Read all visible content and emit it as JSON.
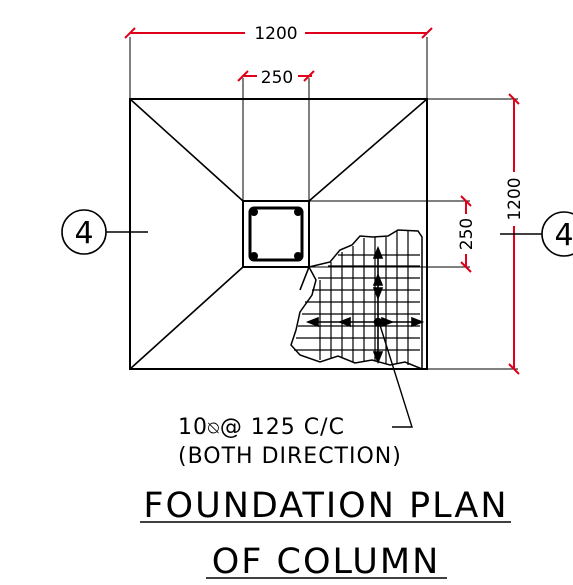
{
  "drawing": {
    "title_line1": "FOUNDATION  PLAN",
    "title_line2": "OF  COLUMN",
    "footing_width_label": "1200",
    "footing_length_label": "1200",
    "column_width_label": "250",
    "column_length_label": "250",
    "grid_label_left": "4",
    "grid_label_right": "4",
    "rebar_note_line1": "10",
    "rebar_note_line1_rest": "@  125  C/C",
    "rebar_note_line2": "(BOTH  DIRECTION)"
  },
  "colors": {
    "line": "#000000",
    "dimension": "#e0001b",
    "background": "#ffffff"
  }
}
